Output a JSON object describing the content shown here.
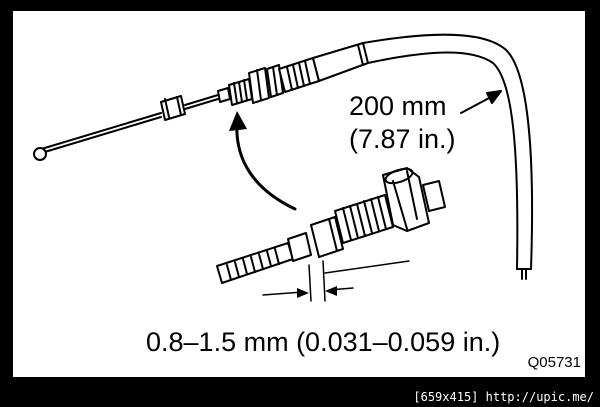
{
  "diagram": {
    "length_label_mm": "200 mm",
    "length_label_in": "(7.87 in.)",
    "gap_label": "0.8–1.5 mm (0.031–0.059 in.)",
    "figure_code": "Q05731"
  },
  "watermark": {
    "text": "[659x415] http://upic.me/"
  },
  "colors": {
    "background": "#ffffff",
    "ink": "#000000",
    "frame": "#000000",
    "watermark_text": "#ffffff"
  }
}
